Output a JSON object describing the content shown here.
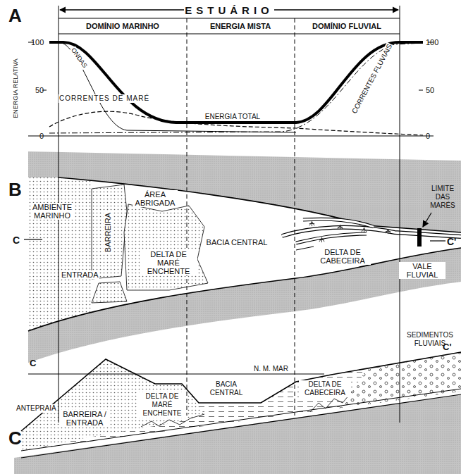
{
  "diagram": {
    "title": "ESTUÁRIO",
    "labels": [
      "A",
      "DOMÍNIO MARINHO",
      "ENERGIA MISTA",
      "DOMÍNIO FLUVIAL",
      "100",
      "50",
      "0",
      "100",
      "50",
      "0",
      "ENERGIA RELATIVA",
      "ONDAS",
      "CORRENTES DE MARÉ",
      "ENERGIA TOTAL",
      "CORRENTES FLUVIAIS",
      "B",
      "AMBIENTE MARINHO",
      "BARREIRA",
      "ÁREA ABRIGADA",
      "DELTA DE MARÉ ENCHENTE",
      "BACIA CENTRAL",
      "ENTRADA",
      "DELTA DE CABECEIRA",
      "LIMITE DAS MARÉS",
      "VALE FLUVIAL",
      "C",
      "C'",
      "C",
      "C",
      "C'",
      "N. M. MAR",
      "ANTEPRAIA",
      "BARREIRA / ENTRADA",
      "DELTA DE MARÉ ENCHENTE",
      "BACIA CENTRAL",
      "DELTA DE CABECEIRA",
      "SEDIMENTOS FLUVIAIS"
    ]
  }
}
